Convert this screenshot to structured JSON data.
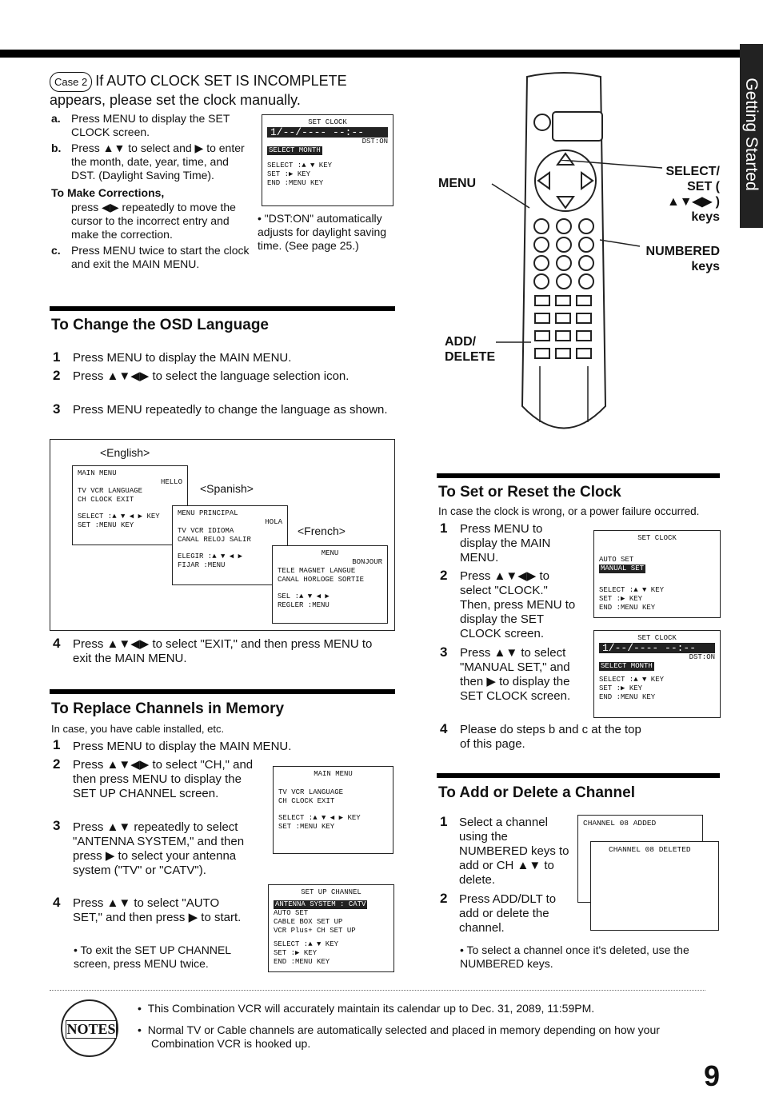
{
  "tab": "Getting Started",
  "case2": {
    "badge": "Case 2",
    "title": "If AUTO CLOCK SET IS INCOMPLETE appears, please set the clock manually.",
    "a_label": "a.",
    "a": "Press MENU to display the SET CLOCK screen.",
    "b_label": "b.",
    "b": "Press ▲▼ to select and ▶ to enter the month, date, year, time, and DST. (Daylight Saving Time).",
    "corrections_title": "To Make Corrections,",
    "corrections": "press ◀▶ repeatedly to move the cursor to the incorrect entry and make the correction.",
    "c_label": "c.",
    "c": "Press MENU twice to start the clock and exit the MAIN MENU.",
    "dst_note": "• \"DST:ON\" automatically adjusts for daylight saving time. (See page 25.)"
  },
  "osd_set_clock": {
    "title": "SET CLOCK",
    "value": "1/--/---- --:--",
    "dst": "DST:ON",
    "highlight": "SELECT MONTH",
    "keys": [
      "SELECT :▲ ▼ KEY",
      "SET    :▶ KEY",
      "END    :MENU KEY"
    ]
  },
  "remote": {
    "menu": "MENU",
    "select_set": "SELECT/ SET ( ▲▼◀▶ ) keys",
    "numbered": "NUMBERED keys",
    "add_delete": "ADD/ DELETE"
  },
  "osd_lang": {
    "title": "To Change the OSD Language",
    "steps": [
      {
        "n": "1",
        "t": "Press MENU to display the MAIN MENU."
      },
      {
        "n": "2",
        "t": "Press ▲▼◀▶ to select the language selection icon."
      },
      {
        "n": "3",
        "t": "Press MENU repeatedly to change the language as shown."
      },
      {
        "n": "4",
        "t": "Press ▲▼◀▶ to select \"EXIT,\" and then press MENU to exit the MAIN MENU."
      }
    ],
    "english": "<English>",
    "spanish": "<Spanish>",
    "french": "<French>",
    "menu_en": {
      "title": "MAIN MENU",
      "lang": "HELLO",
      "icons": [
        "TV",
        "VCR",
        "LANGUAGE",
        "CH",
        "CLOCK",
        "EXIT"
      ],
      "keys": [
        "SELECT :▲ ▼ ◀ ▶ KEY",
        "SET    :MENU KEY"
      ]
    },
    "menu_es": {
      "title": "MENU PRINCIPAL",
      "lang": "HOLA",
      "icons": [
        "TV",
        "VCR",
        "IDIOMA",
        "CANAL",
        "RELOJ",
        "SALIR"
      ],
      "keys": [
        "ELEGIR :▲ ▼ ◀ ▶",
        "FIJAR  :MENU"
      ]
    },
    "menu_fr": {
      "title": "MENU",
      "lang": "BONJOUR",
      "icons": [
        "TELE",
        "MAGNET",
        "LANGUE",
        "CANAL",
        "HORLOGE",
        "SORTIE"
      ],
      "keys": [
        "SEL    :▲ ▼ ◀ ▶",
        "REGLER :MENU"
      ]
    }
  },
  "replace": {
    "title": "To Replace Channels in Memory",
    "subtitle": "In case, you have cable installed, etc.",
    "steps": [
      {
        "n": "1",
        "t": "Press MENU to display the MAIN MENU."
      },
      {
        "n": "2",
        "t": "Press ▲▼◀▶ to select \"CH,\" and then press MENU to display the SET UP CHANNEL screen."
      },
      {
        "n": "3",
        "t": "Press ▲▼ repeatedly to select \"ANTENNA SYSTEM,\" and then press ▶ to select your antenna system (\"TV\" or \"CATV\")."
      },
      {
        "n": "4",
        "t": "Press ▲▼ to select \"AUTO SET,\" and then press ▶ to start."
      }
    ],
    "note": "• To exit the SET UP CHANNEL screen, press MENU twice.",
    "menu": {
      "title": "MAIN MENU",
      "icons": [
        "TV",
        "VCR",
        "LANGUAGE",
        "CH",
        "CLOCK",
        "EXIT"
      ],
      "keys": [
        "SELECT :▲ ▼ ◀ ▶ KEY",
        "SET    :MENU KEY"
      ]
    },
    "setup": {
      "title": "SET UP CHANNEL",
      "highlight": "ANTENNA SYSTEM : CATV",
      "items": [
        "AUTO SET",
        "CABLE BOX SET UP",
        "VCR Plus+ CH SET UP"
      ],
      "keys": [
        "SELECT :▲ ▼ KEY",
        "SET    :▶ KEY",
        "END    :MENU KEY"
      ]
    }
  },
  "clock": {
    "title": "To Set or Reset the Clock",
    "subtitle": "In case the clock is wrong, or a power failure occurred.",
    "steps": [
      {
        "n": "1",
        "t": "Press MENU to display the MAIN MENU."
      },
      {
        "n": "2",
        "t": "Press ▲▼◀▶ to select \"CLOCK.\" Then, press MENU to display the SET CLOCK screen."
      },
      {
        "n": "3",
        "t": "Press ▲▼ to select \"MANUAL SET,\" and then ▶ to display the SET CLOCK screen."
      },
      {
        "n": "4",
        "t": "Please do steps b and c at the top of this page."
      }
    ],
    "osd1": {
      "title": "SET CLOCK",
      "items": [
        "AUTO SET"
      ],
      "highlight": "MANUAL SET",
      "keys": [
        "SELECT :▲ ▼ KEY",
        "SET    :▶ KEY",
        "END    :MENU KEY"
      ]
    },
    "osd2": {
      "title": "SET CLOCK",
      "value": "1/--/---- --:--",
      "dst": "DST:ON",
      "highlight": "SELECT MONTH",
      "keys": [
        "SELECT :▲ ▼ KEY",
        "SET    :▶ KEY",
        "END    :MENU KEY"
      ]
    }
  },
  "adddel": {
    "title": "To Add or Delete a Channel",
    "steps": [
      {
        "n": "1",
        "t": "Select a channel using the NUMBERED keys to add or CH ▲▼ to delete."
      },
      {
        "n": "2",
        "t": "Press ADD/DLT to add or delete the channel."
      }
    ],
    "note": "• To select a channel once it's deleted, use the NUMBERED keys.",
    "added": "CHANNEL 08 ADDED",
    "deleted": "CHANNEL 08 DELETED"
  },
  "notes": {
    "badge": "NOTES",
    "items": [
      "This Combination VCR will accurately maintain its calendar up to Dec. 31, 2089, 11:59PM.",
      "Normal TV or Cable channels are automatically selected and placed in memory depending on how your Combination VCR is hooked up."
    ]
  },
  "page": "9"
}
